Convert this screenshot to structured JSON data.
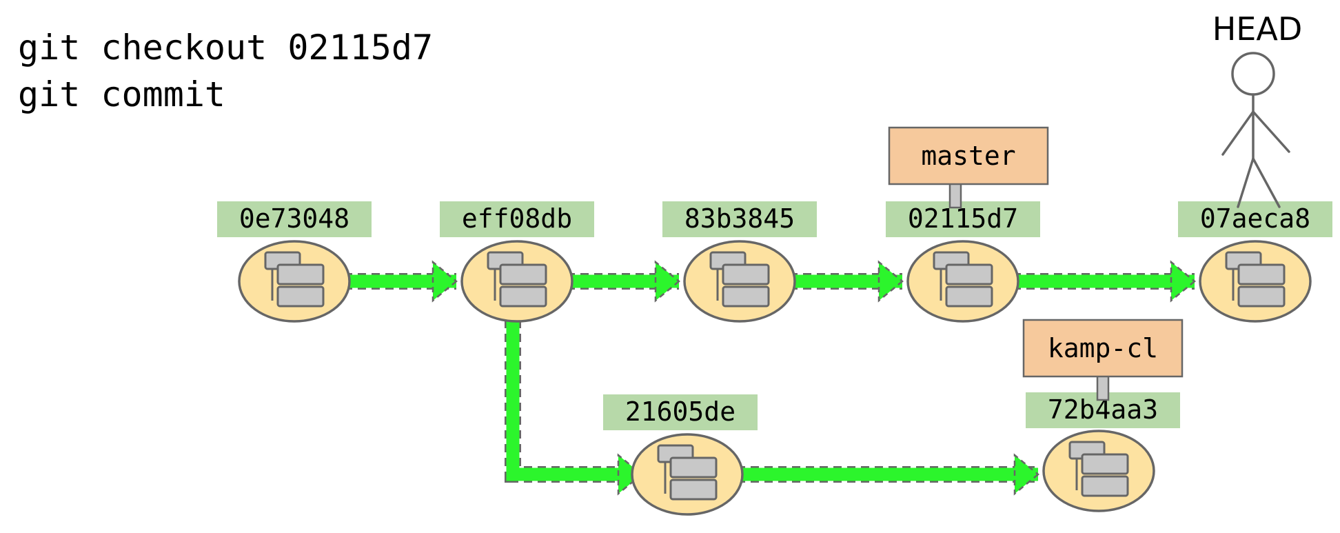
{
  "commands": [
    "git checkout 02115d7",
    "git commit"
  ],
  "commits": [
    {
      "id": "c1",
      "hash": "0e73048"
    },
    {
      "id": "c2",
      "hash": "eff08db"
    },
    {
      "id": "c3",
      "hash": "83b3845"
    },
    {
      "id": "c4",
      "hash": "02115d7"
    },
    {
      "id": "c5",
      "hash": "07aeca8"
    },
    {
      "id": "c6",
      "hash": "21605de"
    },
    {
      "id": "c7",
      "hash": "72b4aa3"
    }
  ],
  "edges": [
    {
      "from": "c1",
      "to": "c2"
    },
    {
      "from": "c2",
      "to": "c3"
    },
    {
      "from": "c3",
      "to": "c4"
    },
    {
      "from": "c4",
      "to": "c5"
    },
    {
      "from": "c2",
      "to": "c6"
    },
    {
      "from": "c6",
      "to": "c7"
    }
  ],
  "branches": [
    {
      "name": "master",
      "target": "c4"
    },
    {
      "name": "kamp-cl",
      "target": "c7"
    }
  ],
  "head": {
    "label": "HEAD",
    "target": "c5"
  },
  "colors": {
    "node_fill": "#fde2a1",
    "node_stroke": "#666666",
    "hash_bg": "#b7d9a9",
    "branch_bg": "#f6c99c",
    "arrow": "#2cf52c",
    "arrow_dash": "#666666",
    "doc_fill": "#c8c8c8"
  }
}
